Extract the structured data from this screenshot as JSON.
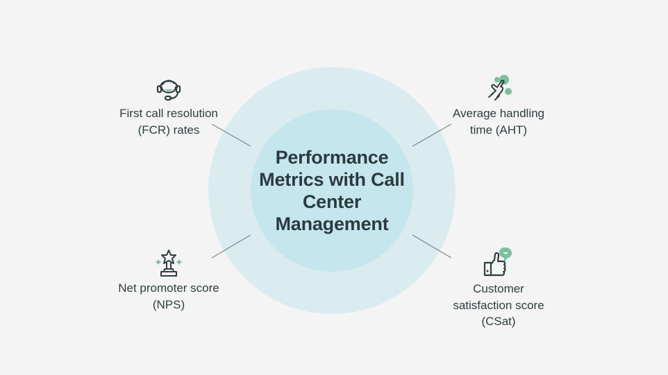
{
  "title": "Performance Metrics with Call Center Management",
  "colors": {
    "background": "#f4f4f4",
    "outer_circle": "#daecf0",
    "inner_circle": "#c6e6ee",
    "text": "#2e3d3f",
    "accent": "#7dbf9e",
    "connector": "#7a8a8c"
  },
  "metrics": [
    {
      "id": "fcr",
      "icon": "headset-agent-icon",
      "label": "First call resolution (FCR) rates"
    },
    {
      "id": "aht",
      "icon": "pointing-hand-icon",
      "label": "Average handling time (AHT)"
    },
    {
      "id": "nps",
      "icon": "star-trophy-icon",
      "label": "Net promoter score (NPS)"
    },
    {
      "id": "csat",
      "icon": "thumbs-up-icon",
      "label": "Customer satisfaction score (CSat)"
    }
  ]
}
